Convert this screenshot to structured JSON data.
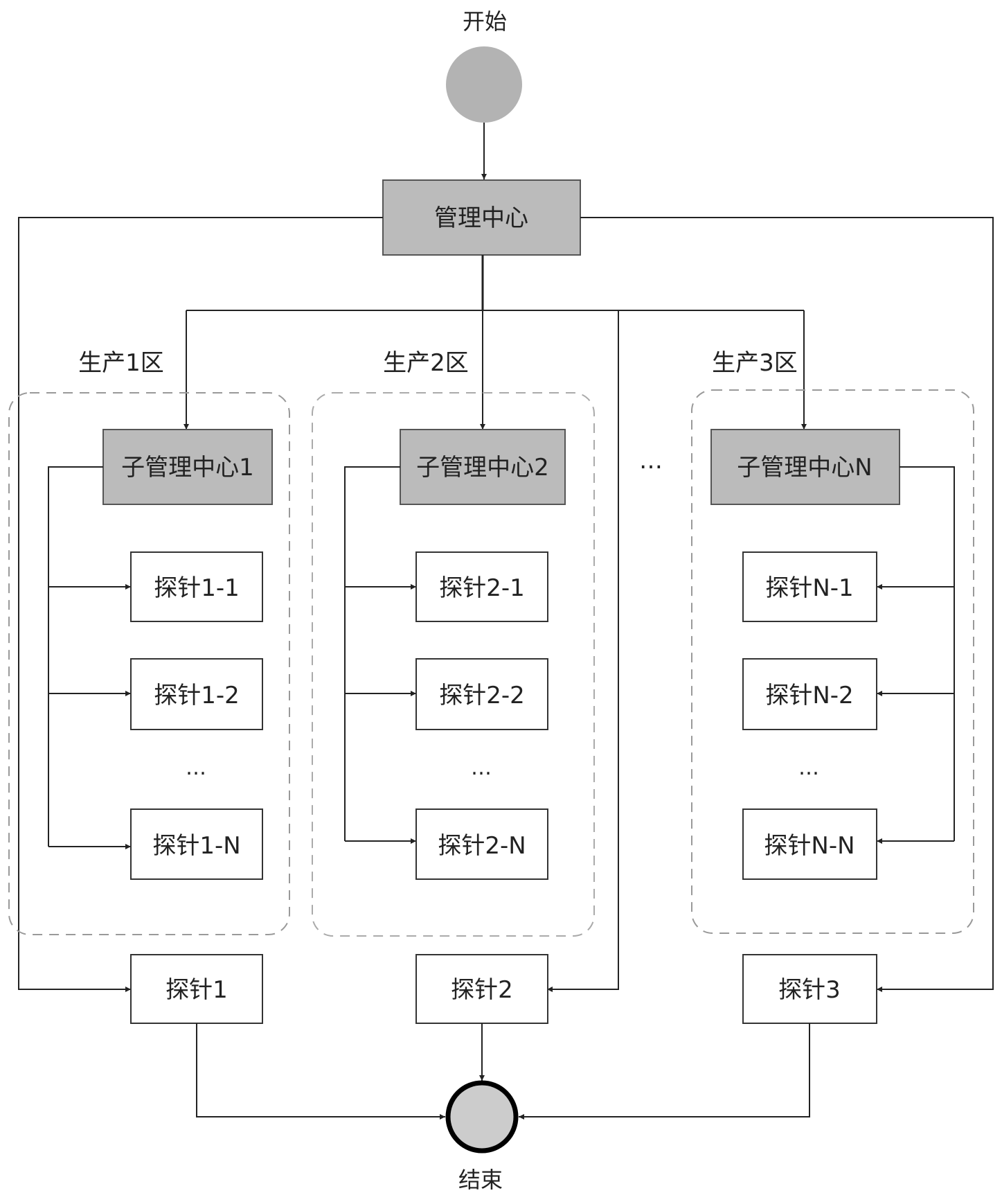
{
  "start": {
    "label": "开始"
  },
  "end": {
    "label": "结束"
  },
  "center": {
    "label": "管理中心"
  },
  "zones": [
    {
      "label": "生产1区",
      "sub_center": "子管理中心1",
      "probes": [
        "探针1-1",
        "探针1-2",
        "…",
        "探针1-N"
      ]
    },
    {
      "label": "生产2区",
      "sub_center": "子管理中心2",
      "probes": [
        "探针2-1",
        "探针2-2",
        "…",
        "探针2-N"
      ]
    },
    {
      "label": "生产3区",
      "sub_center": "子管理中心N",
      "probes": [
        "探针N-1",
        "探针N-2",
        "…",
        "探针N-N"
      ]
    }
  ],
  "zone_gap_ellipsis": "…",
  "bottom_probes": [
    "探针1",
    "探针2",
    "探针3"
  ],
  "colors": {
    "node_fill": "#bbbbbb",
    "node_stroke": "#555555",
    "line": "#222222",
    "dash": "#999999",
    "start_fill": "#b3b3b3",
    "end_fill": "#cccccc"
  }
}
